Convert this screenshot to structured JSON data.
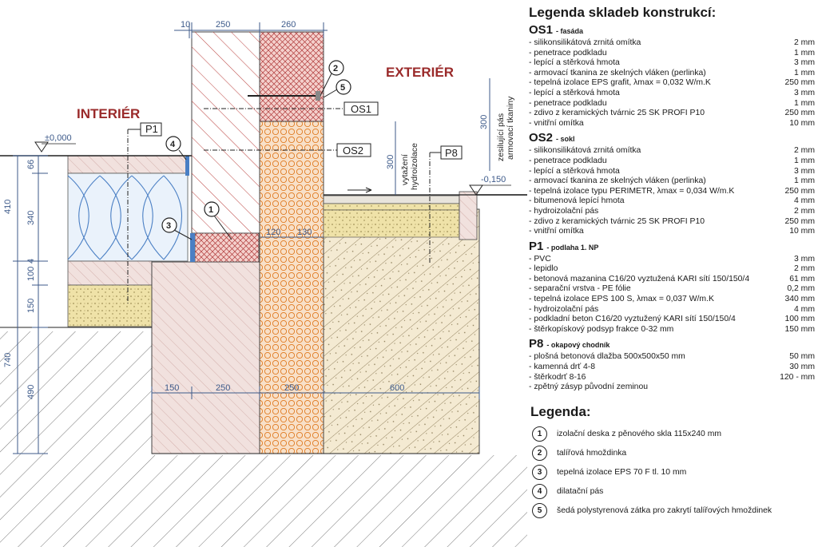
{
  "drawing": {
    "zones": {
      "interior": "INTERIÉR",
      "exterior": "EXTERIÉR"
    },
    "tags": {
      "p1": "P1",
      "os1": "OS1",
      "os2": "OS2",
      "p8": "P8"
    },
    "callouts": [
      "1",
      "2",
      "3",
      "4",
      "5"
    ],
    "levels": {
      "zero": "±0,000",
      "minus": "-0,150"
    },
    "dims_top": [
      "10",
      "250",
      "260"
    ],
    "dims_left": [
      "410",
      "66",
      "340",
      "4",
      "100",
      "150",
      "740",
      "490"
    ],
    "dims_mid": [
      "120",
      "130"
    ],
    "dims_bottom": [
      "150",
      "250",
      "250",
      "600"
    ],
    "dims_vertical": [
      "300",
      "300"
    ],
    "notes": {
      "vytazeni_1": "vytažení",
      "vytazeni_2": "hydroizolace",
      "zesil_1": "zesilující pás",
      "zesil_2": "armovací tkaniny"
    }
  },
  "legend": {
    "title": "Legenda skladeb konstrukcí:",
    "sections": [
      {
        "code": "OS1",
        "subtitle": "- fasáda",
        "rows": [
          [
            "- silikonsilikátová zrnitá omítka",
            "2 mm"
          ],
          [
            "- penetrace podkladu",
            "1 mm"
          ],
          [
            "- lepící a stěrková hmota",
            "3 mm"
          ],
          [
            "- armovací tkanina ze skelných vláken (perlinka)",
            "1 mm"
          ],
          [
            "- tepelná izolace EPS grafit, λmax = 0,032 W/m.K",
            "250 mm"
          ],
          [
            "- lepící a stěrková hmota",
            "3 mm"
          ],
          [
            "- penetrace podkladu",
            "1 mm"
          ],
          [
            "- zdivo z keramických tvárnic 25 SK PROFI P10",
            "250 mm"
          ],
          [
            "- vnitřní omítka",
            "10 mm"
          ]
        ]
      },
      {
        "code": "OS2",
        "subtitle": "- sokl",
        "rows": [
          [
            "- silikonsilikátová zrnitá omítka",
            "2 mm"
          ],
          [
            "- penetrace podkladu",
            "1 mm"
          ],
          [
            "- lepící a stěrková hmota",
            "3 mm"
          ],
          [
            "- armovací tkanina ze skelných vláken (perlinka)",
            "1 mm"
          ],
          [
            "- tepelná izolace typu PERIMETR, λmax = 0,034 W/m.K",
            "250 mm"
          ],
          [
            "- bitumenová lepící hmota",
            "4 mm"
          ],
          [
            "- hydroizolační pás",
            "2 mm"
          ],
          [
            "- zdivo z keramických tvárnic 25 SK PROFI P10",
            "250 mm"
          ],
          [
            "- vnitřní omítka",
            "10 mm"
          ]
        ]
      },
      {
        "code": "P1",
        "subtitle": "- podlaha 1. NP",
        "rows": [
          [
            "- PVC",
            "3 mm"
          ],
          [
            "- lepidlo",
            "2 mm"
          ],
          [
            "- betonová mazanina C16/20 vyztužená KARI sítí 150/150/4",
            "61 mm"
          ],
          [
            "- separační vrstva - PE fólie",
            "0,2 mm"
          ],
          [
            "- tepelná izolace EPS 100 S, λmax = 0,037 W/m.K",
            "340 mm"
          ],
          [
            "- hydroizolační pás",
            "4 mm"
          ],
          [
            "- podkladní beton C16/20 vyztužený KARI sítí 150/150/4",
            "100 mm"
          ],
          [
            "- štěrkopískový podsyp frakce 0-32 mm",
            "150 mm"
          ]
        ]
      },
      {
        "code": "P8",
        "subtitle": "- okapový chodník",
        "rows": [
          [
            "- plošná betonová dlažba 500x500x50 mm",
            "50 mm"
          ],
          [
            "- kamenná drť 4-8",
            "30 mm"
          ],
          [
            "- štěrkodrť 8-16",
            "120 -  mm"
          ],
          [
            "- zpětný zásyp původní zeminou",
            ""
          ]
        ]
      }
    ],
    "legend2_title": "Legenda:",
    "items": [
      {
        "num": "1",
        "text": "izolační deska z pěnového skla 115x240 mm"
      },
      {
        "num": "2",
        "text": "talířová hmoždinka"
      },
      {
        "num": "3",
        "text": "tepelná izolace EPS 70 F tl. 10 mm"
      },
      {
        "num": "4",
        "text": "dilatační pás"
      },
      {
        "num": "5",
        "text": "šedá polystyrenová zátka pro zakrytí talířových hmoždinek"
      }
    ]
  },
  "colors": {
    "dimension": "#3d5a8a",
    "zone_label": "#9a2a2a",
    "insulation_fill": "#f8e0c8",
    "insulation_dots": "#e07a20",
    "masonry_hatch": "#c0504d",
    "concrete_fill": "#f1e1de",
    "eps_blue": "#4a7fc4",
    "gravel_fill": "#efe2a8"
  }
}
